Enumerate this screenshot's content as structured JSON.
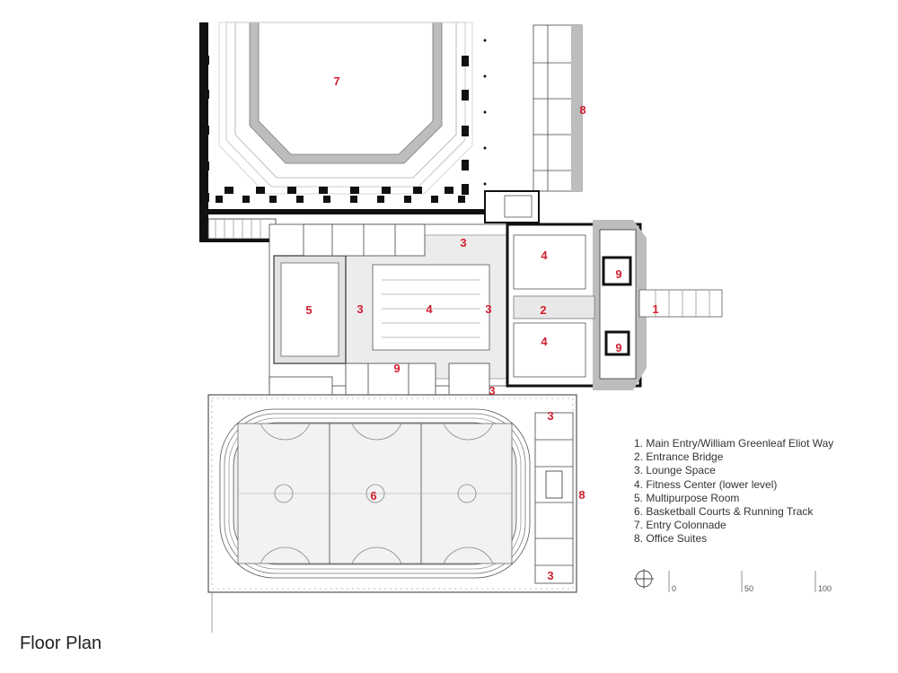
{
  "caption": "Floor Plan",
  "accent_color": "#d0202f",
  "labels": [
    {
      "id": "l7",
      "text": "7"
    },
    {
      "id": "l8a",
      "text": "8"
    },
    {
      "id": "l3a",
      "text": "3"
    },
    {
      "id": "l4a",
      "text": "4"
    },
    {
      "id": "l9a",
      "text": "9"
    },
    {
      "id": "l5",
      "text": "5"
    },
    {
      "id": "l3b",
      "text": "3"
    },
    {
      "id": "l4b",
      "text": "4"
    },
    {
      "id": "l3c",
      "text": "3"
    },
    {
      "id": "l2",
      "text": "2"
    },
    {
      "id": "l1",
      "text": "1"
    },
    {
      "id": "l4c",
      "text": "4"
    },
    {
      "id": "l9b",
      "text": "9"
    },
    {
      "id": "l9c",
      "text": "9"
    },
    {
      "id": "l3d",
      "text": "3"
    },
    {
      "id": "l3e",
      "text": "3"
    },
    {
      "id": "l6",
      "text": "6"
    },
    {
      "id": "l8b",
      "text": "8"
    },
    {
      "id": "l3f",
      "text": "3"
    }
  ],
  "legend": [
    "1. Main Entry/William Greenleaf Eliot Way",
    "2. Entrance Bridge",
    "3. Lounge Space",
    "4. Fitness Center (lower level)",
    "5. Multipurpose Room",
    "6. Basketball Courts & Running Track",
    "7. Entry Colonnade",
    "8. Office Suites"
  ],
  "scale": {
    "ticks": [
      "0",
      "50",
      "100"
    ],
    "icon": "north-arrow-icon"
  }
}
